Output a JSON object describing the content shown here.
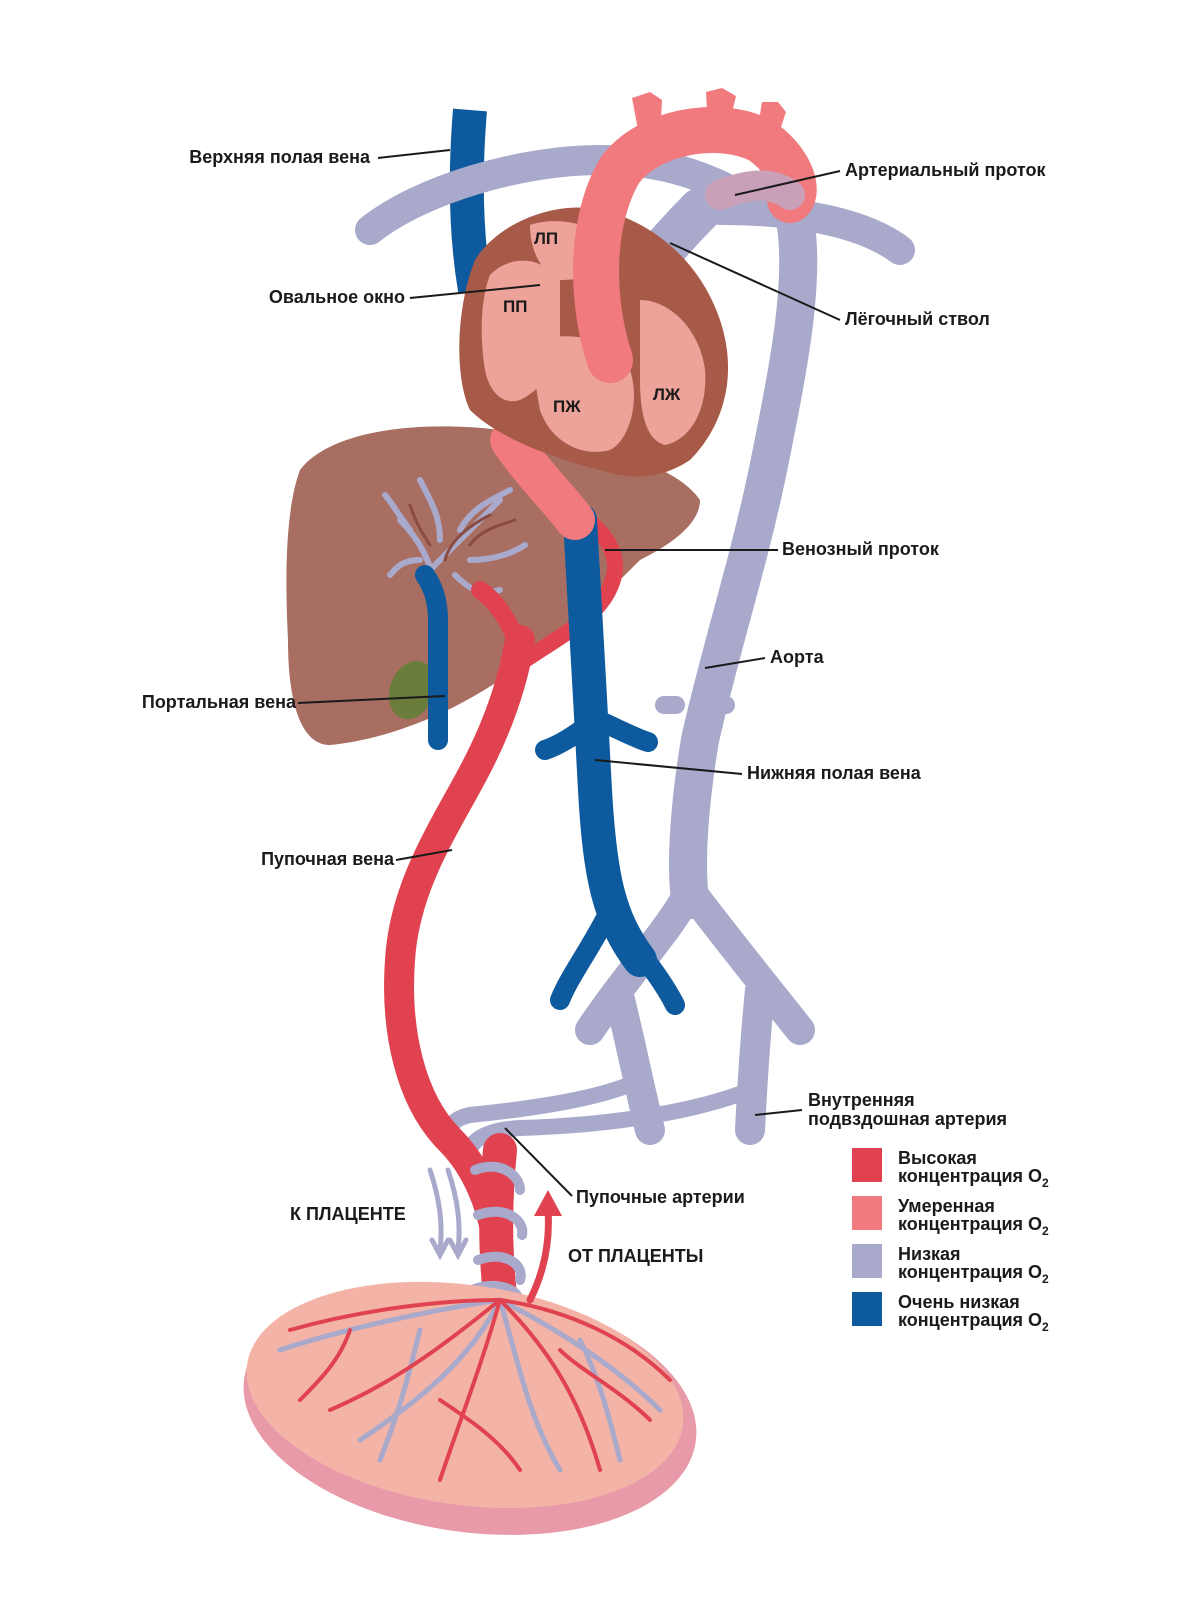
{
  "colors": {
    "high": "#e0434f",
    "moderate": "#f07a7e",
    "low": "#a9a9cc",
    "very_low": "#0e5a9e",
    "heart_muscle": "#a85a48",
    "heart_inner": "#eea39a",
    "liver": "#a86e62",
    "gallbladder": "#6b7d3a",
    "placenta": "#f3b3a6"
  },
  "labels": {
    "svc": "Верхняя полая вена",
    "ductus_arteriosus": "Артериальный проток",
    "foramen_ovale": "Овальное окно",
    "pulmonary_trunk": "Лёгочный ствол",
    "ductus_venosus": "Венозный проток",
    "aorta": "Аорта",
    "portal_vein": "Портальная вена",
    "ivc": "Нижняя полая вена",
    "umbilical_vein": "Пупочная вена",
    "internal_iliac_line1": "Внутренняя",
    "internal_iliac_line2": "подвздошная артерия",
    "umbilical_arteries": "Пупочные артерии",
    "to_placenta": "К ПЛАЦЕНТЕ",
    "from_placenta": "ОТ ПЛАЦЕНТЫ"
  },
  "chambers": {
    "la": "ЛП",
    "ra": "ПП",
    "rv": "ПЖ",
    "lv": "ЛЖ"
  },
  "legend": [
    {
      "line1": "Высокая",
      "line2": "концентрация O",
      "sub": "2",
      "color_key": "high"
    },
    {
      "line1": "Умеренная",
      "line2": "концентрация O",
      "sub": "2",
      "color_key": "moderate"
    },
    {
      "line1": "Низкая",
      "line2": "концентрация O",
      "sub": "2",
      "color_key": "low"
    },
    {
      "line1": "Очень низкая",
      "line2": "концентрация O",
      "sub": "2",
      "color_key": "very_low"
    }
  ]
}
